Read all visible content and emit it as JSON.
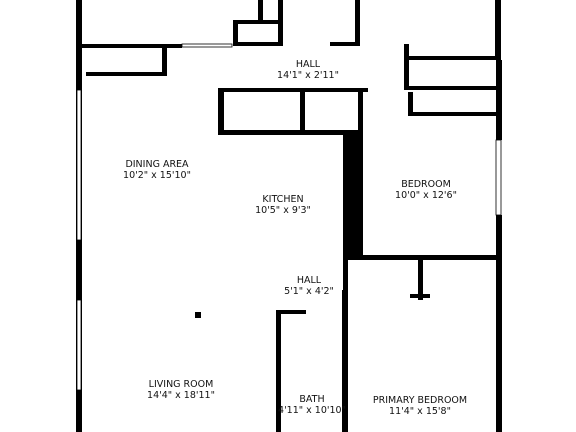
{
  "plan": {
    "wall_color": "#000000",
    "background": "#ffffff",
    "rooms": {
      "hall_top": {
        "name": "HALL",
        "dims": "14'1\" x 2'11\""
      },
      "dining": {
        "name": "DINING AREA",
        "dims": "10'2\" x 15'10\""
      },
      "kitchen": {
        "name": "KITCHEN",
        "dims": "10'5\" x 9'3\""
      },
      "bedroom": {
        "name": "BEDROOM",
        "dims": "10'0\" x 12'6\""
      },
      "hall_small": {
        "name": "HALL",
        "dims": "5'1\" x 4'2\""
      },
      "living": {
        "name": "LIVING ROOM",
        "dims": "14'4\" x 18'11\""
      },
      "bath": {
        "name": "BATH",
        "dims": "4'11\" x 10'10\""
      },
      "primary_bedroom": {
        "name": "PRIMARY BEDROOM",
        "dims": "11'4\" x 15'8\""
      }
    }
  }
}
